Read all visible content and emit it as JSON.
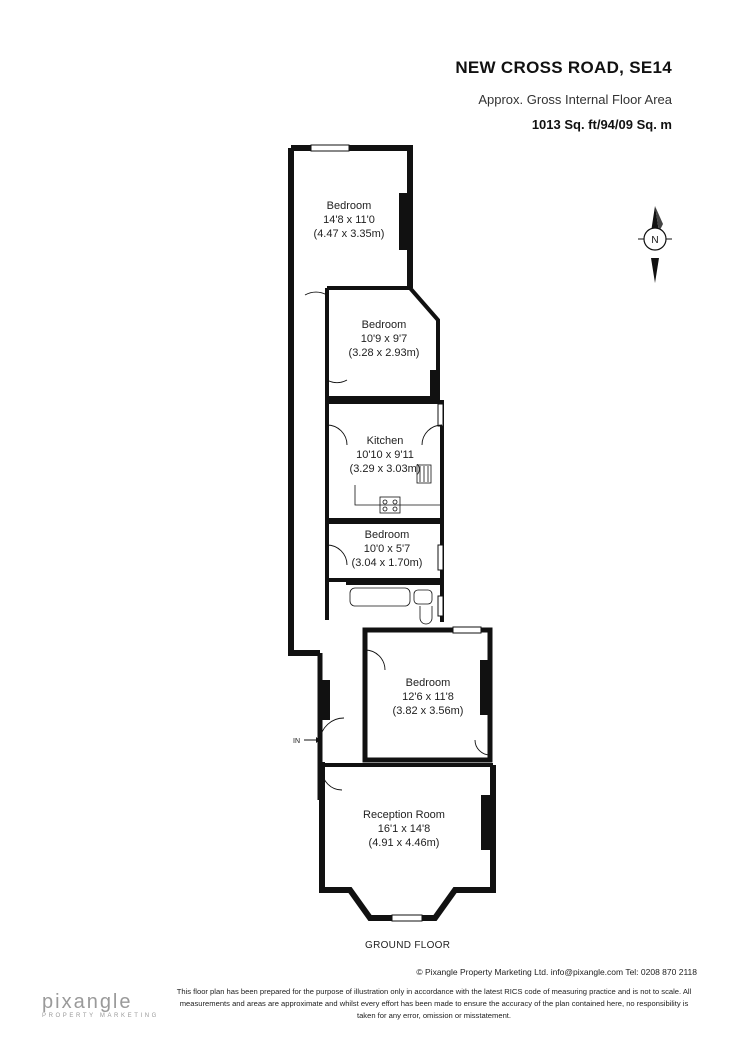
{
  "header": {
    "title": "NEW CROSS ROAD, SE14",
    "subtitle": "Approx. Gross Internal Floor Area",
    "area": "1013 Sq. ft/94/09 Sq. m"
  },
  "compass": {
    "letter": "N"
  },
  "entrance": {
    "label": "IN"
  },
  "rooms": [
    {
      "name": "Bedroom",
      "imperial": "14'8 x 11'0",
      "metric": "(4.47 x 3.35m)"
    },
    {
      "name": "Bedroom",
      "imperial": "10'9 x 9'7",
      "metric": "(3.28 x 2.93m)"
    },
    {
      "name": "Kitchen",
      "imperial": "10'10 x 9'11",
      "metric": "(3.29 x 3.03m)"
    },
    {
      "name": "Bedroom",
      "imperial": "10'0 x 5'7",
      "metric": "(3.04 x 1.70m)"
    },
    {
      "name": "Bedroom",
      "imperial": "12'6 x 11'8",
      "metric": "(3.82 x 3.56m)"
    },
    {
      "name": "Reception Room",
      "imperial": "16'1 x 14'8",
      "metric": "(4.91 x 4.46m)"
    }
  ],
  "floor_label": "GROUND FLOOR",
  "footer": {
    "credit": "© Pixangle Property Marketing Ltd. info@pixangle.com Tel: 0208 870 2118",
    "disclaimer": "This floor plan has been prepared for the purpose of illustration only in accordance with the latest RICS code of measuring practice and is not to scale. All measurements and areas are approximate and whilst every effort has been made to ensure the accuracy of the plan contained here, no responsibility is taken for any error, omission or misstatement.",
    "logo_name": "pixangle",
    "logo_tagline": "PROPERTY MARKETING"
  },
  "colors": {
    "wall": "#111111",
    "logo": "#9a9a9a"
  }
}
